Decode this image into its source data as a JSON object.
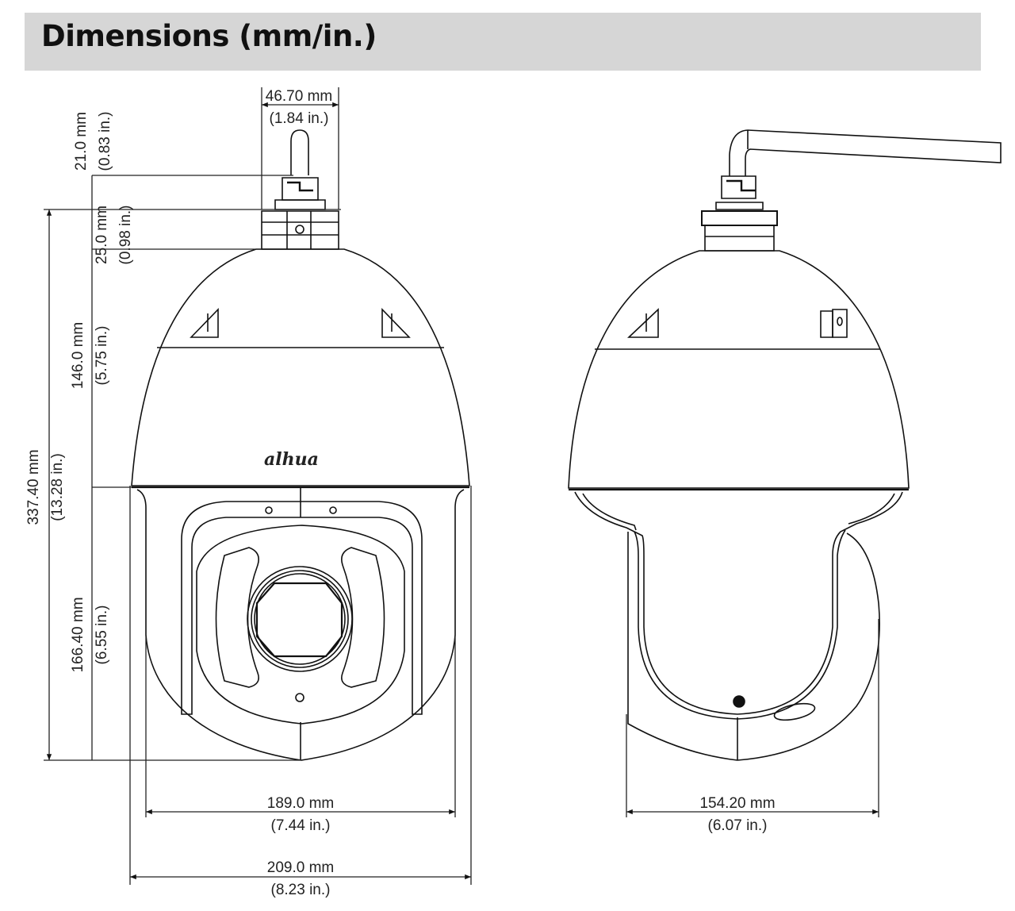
{
  "header": {
    "title": "Dimensions (mm/in.)",
    "background": "#d6d6d6"
  },
  "front_view": {
    "brand_logo": "alhua",
    "dimensions": {
      "antenna_width": {
        "mm": "46.70 mm",
        "in": "(1.84 in.)"
      },
      "antenna_height": {
        "mm": "21.0 mm",
        "in": "(0.83 in.)"
      },
      "mount_height": {
        "mm": "25.0 mm",
        "in": "(0.98 in.)"
      },
      "dome_upper_height": {
        "mm": "146.0 mm",
        "in": "(5.75 in.)"
      },
      "total_height": {
        "mm": "337.40 mm",
        "in": "(13.28 in.)"
      },
      "lower_height": {
        "mm": "166.40 mm",
        "in": "(6.55 in.)"
      },
      "body_width": {
        "mm": "189.0 mm",
        "in": "(7.44 in.)"
      },
      "overall_width": {
        "mm": "209.0 mm",
        "in": "(8.23 in.)"
      }
    }
  },
  "side_view": {
    "dimensions": {
      "depth": {
        "mm": "154.20 mm",
        "in": "(6.07 in.)"
      }
    }
  }
}
